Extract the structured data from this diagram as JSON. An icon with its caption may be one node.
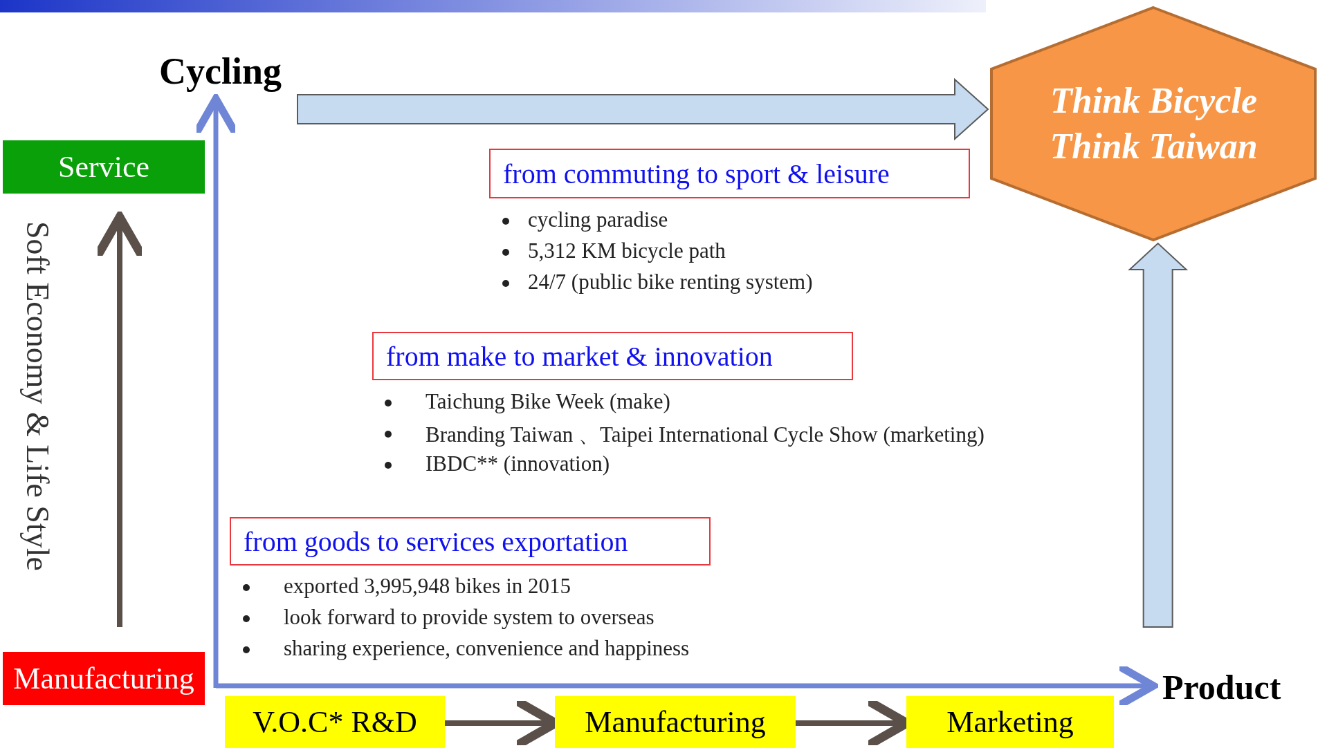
{
  "diagram": {
    "nodes": [
      {
        "text": [
          "Service"
        ]
      },
      {
        "text": [
          "Manufacturing"
        ]
      },
      {
        "text": [
          "Think Bicycle Think Taiwan"
        ]
      },
      {
        "text": [
          "from commuting to sport & leisure"
        ],
        "beside": [
          "cycling paradise",
          "5,312 KM bicycle path",
          "24/7 (public bike renting system)"
        ]
      },
      {
        "text": [
          "from make to market & innovation"
        ],
        "beside": [
          "Taichung Bike Week (make)",
          "Branding Taiwan 、Taipei International Cycle Show (marketing)",
          "IBDC** (innovation)"
        ]
      },
      {
        "text": [
          "from goods to services exportation"
        ],
        "beside": [
          "exported 3,995,948 bikes in 2015",
          "look forward to provide system to overseas",
          "sharing experience, convenience and happiness"
        ]
      },
      {
        "text": [
          "V.O.C*  R&D"
        ]
      },
      {
        "text": [
          "Manufacturing"
        ]
      },
      {
        "text": [
          "Marketing"
        ]
      },
      {
        "text": [],
        "shape": "bar"
      }
    ],
    "edges": [
      {
        "from": 1,
        "to": 0,
        "arrow": "to"
      },
      {
        "from": null,
        "to": 2,
        "arrow": "to"
      },
      {
        "from": null,
        "to": 2,
        "arrow": "to"
      },
      {
        "from": 6,
        "to": 7,
        "arrow": "to"
      },
      {
        "from": 7,
        "to": 8,
        "arrow": "to"
      }
    ],
    "labels": [
      "Cycling",
      "Soft Economy & Life Style",
      "Product"
    ]
  }
}
